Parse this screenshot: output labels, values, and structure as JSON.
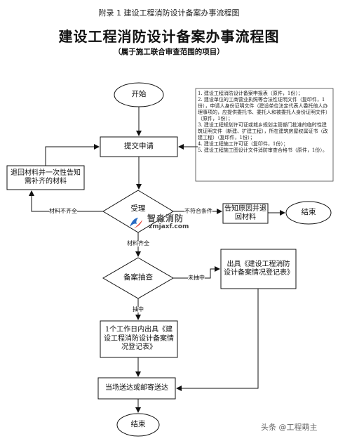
{
  "doc_caption": "附录 1  建设工程消防设计备案办事流程图",
  "title": "建设工程消防设计备案办事流程图",
  "subtitle": "（属于施工联合审查范围的项目）",
  "nodes": {
    "start": "开始",
    "submit": "提交申请",
    "return_materials": "退回材料并一次性告知需补齐的材料",
    "accept": "受理",
    "inform_return": "告知原因并退回材料",
    "end_right": "结束",
    "spot_check": "备案抽查",
    "issue_record_right": "出具《建设工程消防设计备案情况登记表》",
    "issue_record_1day": "1个工作日内出具《建设工程消防设计备案情况登记表》",
    "deliver": "当场送达或邮寄送达",
    "end_bottom": "结束"
  },
  "edge_labels": {
    "incomplete": "材料不齐全",
    "not_qualified": "不符合条件",
    "complete": "材料齐全",
    "not_selected": "未抽中",
    "selected": "抽中"
  },
  "requirements": [
    "1. 建设工程消防设计备案申报表（原件，1份）；",
    "2. 建设单位的工商营业执照等合法性证明文件（复印件，1份），申请人身份证明文件（建设单位法定代表人委托他人办理事项的，应提供委托书、委托人和被委托人身份证明文件）（原件，1份）；",
    "3. 建设工程规划许可证或城乡规划主管部门批准的临时性建筑证明文件（新建、扩建工程），所在建筑房屋权属证书（改建工程）（复印件，1份）；",
    "4. 建设工程施工许可证（复印件，1份）；",
    "5. 建设工程施工图设计文件消防审查合格书（原件，1份）。"
  ],
  "watermark": {
    "name": "智淼消防",
    "url": "zmjaxf.com"
  },
  "footer": "头条 @工程萌主"
}
